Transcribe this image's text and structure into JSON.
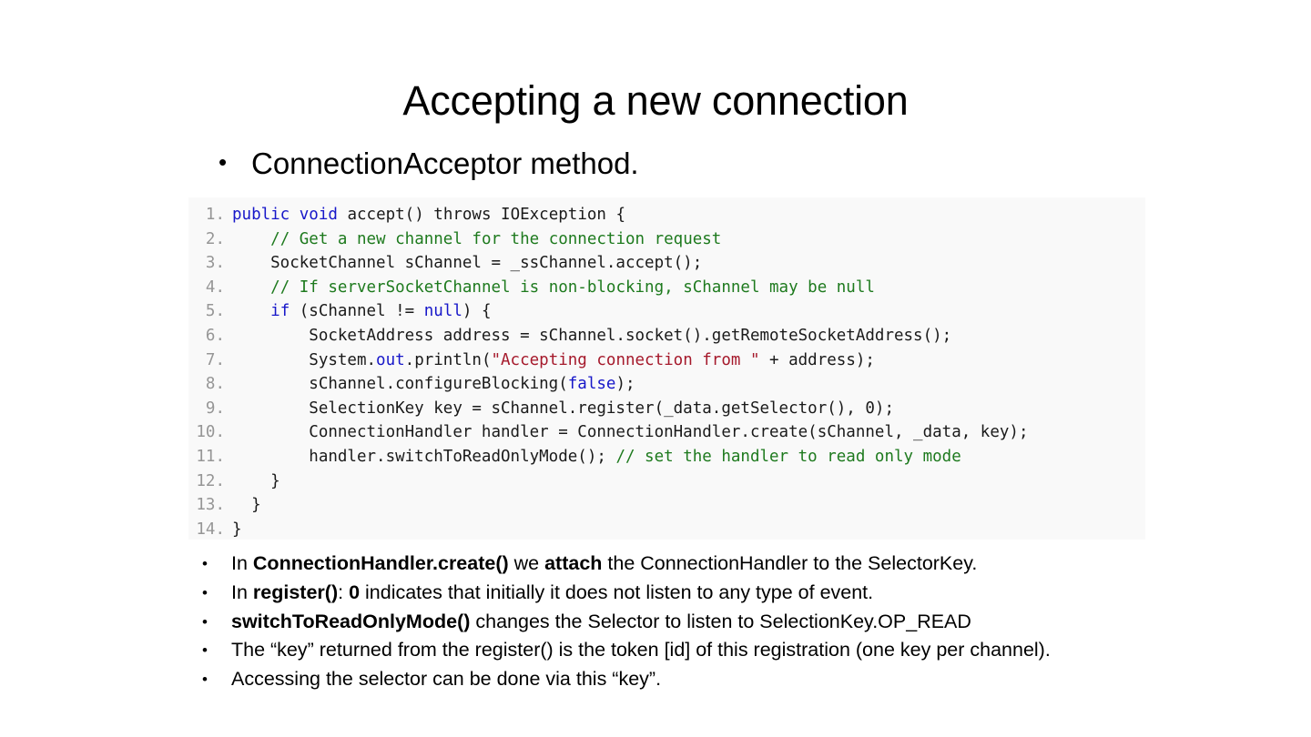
{
  "slide": {
    "title": "Accepting a new connection",
    "lead_bullet": {
      "marker": "•",
      "text": "ConnectionAcceptor method."
    },
    "code": {
      "language": "java",
      "background_color": "#f9f9f9",
      "keyword_color": "#1717c9",
      "comment_color": "#1e7a1e",
      "string_color": "#a5192b",
      "line_number_color": "#969696",
      "lines": [
        {
          "number": "1.",
          "text": "public void accept() throws IOException {",
          "tokens": [
            {
              "t": "public",
              "c": "tok-kw"
            },
            {
              "t": " ",
              "c": ""
            },
            {
              "t": "void",
              "c": "tok-kw"
            },
            {
              "t": " accept() throws IOException {",
              "c": ""
            }
          ]
        },
        {
          "number": "2.",
          "text": "    // Get a new channel for the connection request",
          "tokens": [
            {
              "t": "    ",
              "c": ""
            },
            {
              "t": "// Get a new channel for the connection request",
              "c": "tok-cmt"
            }
          ]
        },
        {
          "number": "3.",
          "text": "    SocketChannel sChannel = _ssChannel.accept();",
          "tokens": [
            {
              "t": "    SocketChannel sChannel = _ssChannel.accept();",
              "c": ""
            }
          ]
        },
        {
          "number": "4.",
          "text": "    // If serverSocketChannel is non-blocking, sChannel may be null",
          "tokens": [
            {
              "t": "    ",
              "c": ""
            },
            {
              "t": "// If serverSocketChannel is non-blocking, sChannel may be null",
              "c": "tok-cmt"
            }
          ]
        },
        {
          "number": "5.",
          "text": "    if (sChannel != null) {",
          "tokens": [
            {
              "t": "    ",
              "c": ""
            },
            {
              "t": "if",
              "c": "tok-kw"
            },
            {
              "t": " (sChannel != ",
              "c": ""
            },
            {
              "t": "null",
              "c": "tok-kw"
            },
            {
              "t": ") {",
              "c": ""
            }
          ]
        },
        {
          "number": "6.",
          "text": "        SocketAddress address = sChannel.socket().getRemoteSocketAddress();",
          "tokens": [
            {
              "t": "        SocketAddress address = sChannel.socket().getRemoteSocketAddress();",
              "c": ""
            }
          ]
        },
        {
          "number": "7.",
          "text": "        System.out.println(\"Accepting connection from \" + address);",
          "tokens": [
            {
              "t": "        System.",
              "c": ""
            },
            {
              "t": "out",
              "c": "tok-kw"
            },
            {
              "t": ".println(",
              "c": ""
            },
            {
              "t": "\"Accepting connection from \"",
              "c": "tok-str"
            },
            {
              "t": " + address);",
              "c": ""
            }
          ]
        },
        {
          "number": "8.",
          "text": "        sChannel.configureBlocking(false);",
          "tokens": [
            {
              "t": "        sChannel.configureBlocking(",
              "c": ""
            },
            {
              "t": "false",
              "c": "tok-kw"
            },
            {
              "t": ");",
              "c": ""
            }
          ]
        },
        {
          "number": "9.",
          "text": "        SelectionKey key = sChannel.register(_data.getSelector(), 0);",
          "tokens": [
            {
              "t": "        SelectionKey key = sChannel.register(_data.getSelector(), 0);",
              "c": ""
            }
          ]
        },
        {
          "number": "10.",
          "text": "        ConnectionHandler handler = ConnectionHandler.create(sChannel, _data, key);",
          "tokens": [
            {
              "t": "        ConnectionHandler handler = ConnectionHandler.create(sChannel, _data, key);",
              "c": ""
            }
          ]
        },
        {
          "number": "11.",
          "text": "        handler.switchToReadOnlyMode(); // set the handler to read only mode",
          "tokens": [
            {
              "t": "        handler.switchToReadOnlyMode(); ",
              "c": ""
            },
            {
              "t": "// set the handler to read only mode",
              "c": "tok-cmt"
            }
          ]
        },
        {
          "number": "12.",
          "text": "    }",
          "tokens": [
            {
              "t": "    }",
              "c": ""
            }
          ]
        },
        {
          "number": "13.",
          "text": "  }",
          "tokens": [
            {
              "t": "  }",
              "c": ""
            }
          ]
        },
        {
          "number": "14.",
          "text": "}",
          "tokens": [
            {
              "t": "}",
              "c": ""
            }
          ]
        }
      ]
    },
    "notes": {
      "marker": "•",
      "items": [
        {
          "runs": [
            {
              "t": "In ",
              "b": false
            },
            {
              "t": "ConnectionHandler.create()",
              "b": true
            },
            {
              "t": " we ",
              "b": false
            },
            {
              "t": "attach",
              "b": true
            },
            {
              "t": " the ConnectionHandler to the SelectorKey.",
              "b": false
            }
          ]
        },
        {
          "runs": [
            {
              "t": "In ",
              "b": false
            },
            {
              "t": "register()",
              "b": true
            },
            {
              "t": ": ",
              "b": false
            },
            {
              "t": "0",
              "b": true
            },
            {
              "t": " indicates that initially it does not listen to any type of event.",
              "b": false
            }
          ]
        },
        {
          "runs": [
            {
              "t": "switchToReadOnlyMode()",
              "b": true
            },
            {
              "t": " changes the Selector to listen to SelectionKey.OP_READ",
              "b": false
            }
          ]
        },
        {
          "runs": [
            {
              "t": "The “key” returned from the register() is the token [id] of this registration (one key per channel).",
              "b": false
            }
          ]
        },
        {
          "runs": [
            {
              "t": "Accessing the selector can be done via this “key”.",
              "b": false
            }
          ]
        }
      ]
    }
  }
}
